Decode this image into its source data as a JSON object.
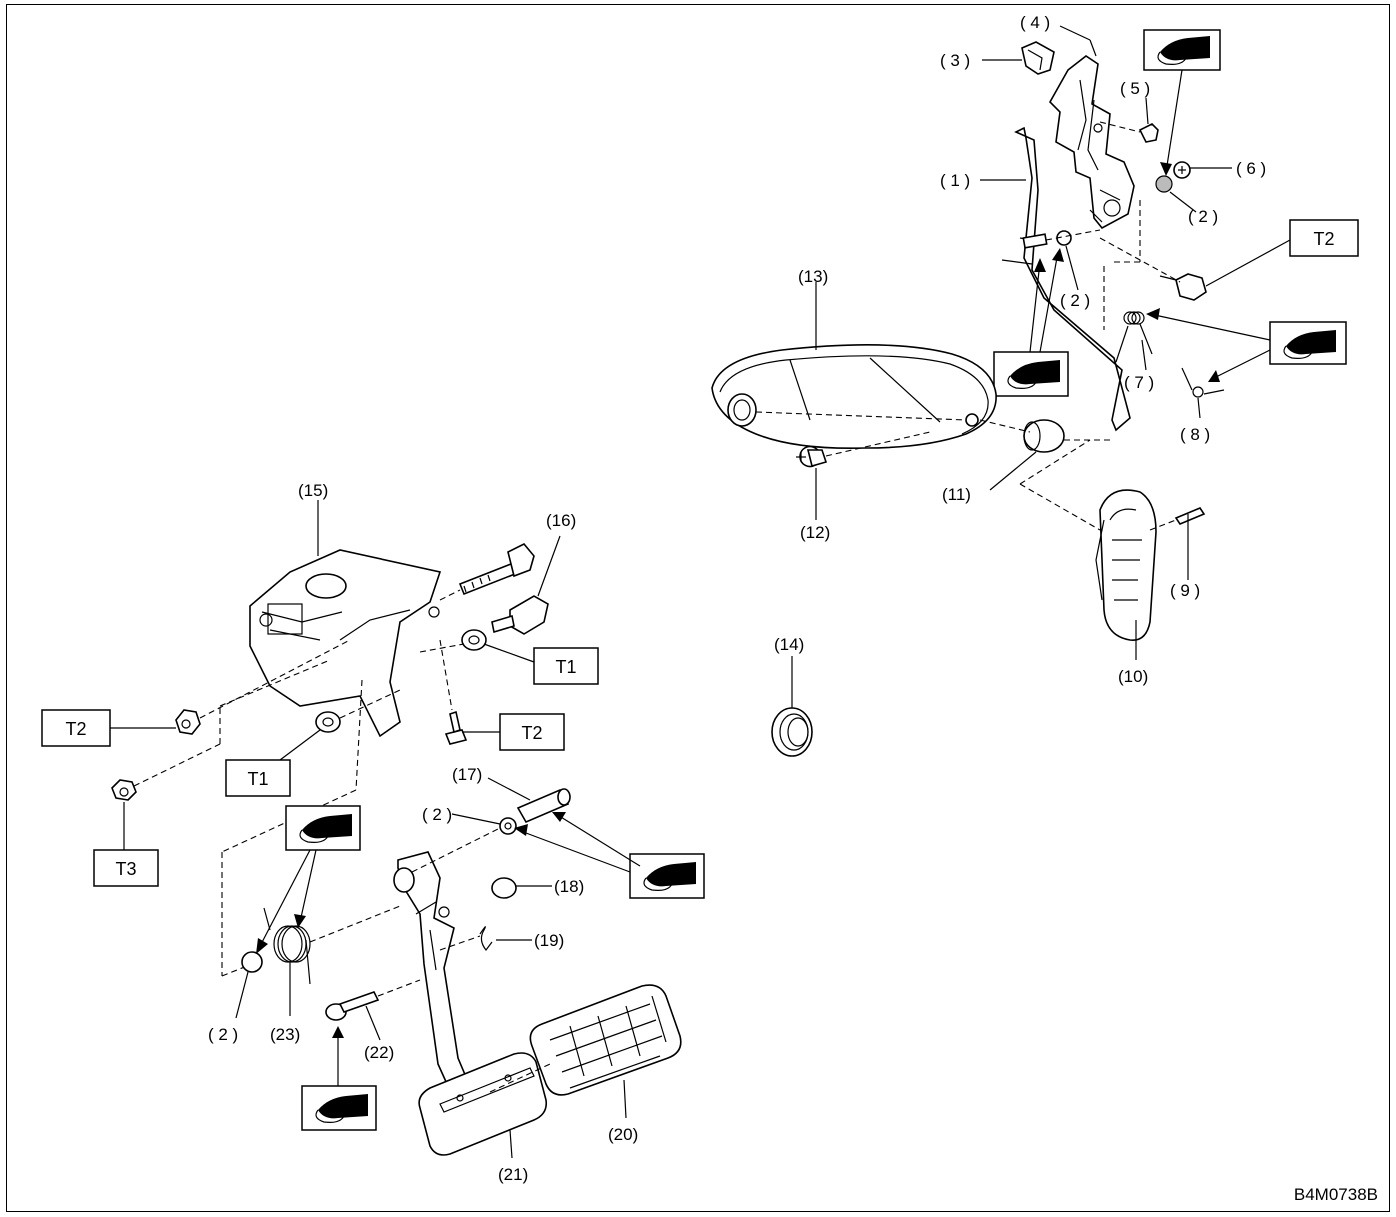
{
  "figure_code": "B4M0738B",
  "grease_icon_name": "grease-tube-icon",
  "labels": {
    "p1": "( 1 )",
    "p2a": "( 2 )",
    "p2b": "( 2 )",
    "p3": "( 3 )",
    "p4": "( 4 )",
    "p5": "( 5 )",
    "p6": "( 6 )",
    "p7": "( 7 )",
    "p8": "( 8 )",
    "p9": "( 9 )",
    "p10": "(10)",
    "p11": "(11)",
    "p12": "(12)",
    "p13": "(13)",
    "p14": "(14)",
    "p15": "(15)",
    "p16": "(16)",
    "p17": "(17)",
    "p2c": "( 2 )",
    "p18": "(18)",
    "p19": "(19)",
    "p2d": "( 2 )",
    "p23": "(23)",
    "p22": "(22)",
    "p20": "(20)",
    "p21": "(21)"
  },
  "torque": {
    "t2_top": "T2",
    "t1_right": "T1",
    "t2_left": "T2",
    "t2_bottom": "T2",
    "t1_left": "T1",
    "t3": "T3"
  }
}
